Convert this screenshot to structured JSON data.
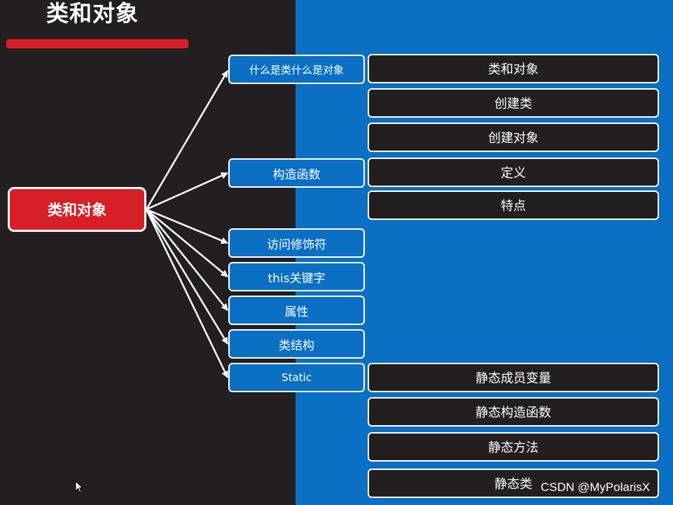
{
  "title": "类和对象",
  "root": {
    "label": "类和对象"
  },
  "branches": [
    {
      "label": "什么是类什么是对象"
    },
    {
      "label": "构造函数"
    },
    {
      "label": "访问修饰符"
    },
    {
      "label": "this关键字"
    },
    {
      "label": "属性"
    },
    {
      "label": "类结构"
    },
    {
      "label": "Static"
    }
  ],
  "leaves": {
    "what_is": [
      "类和对象",
      "创建类",
      "创建对象"
    ],
    "constructor": [
      "定义",
      "特点"
    ],
    "static": [
      "静态成员变量",
      "静态构造函数",
      "静态方法",
      "静态类"
    ]
  },
  "watermark": "CSDN @MyPolarisX",
  "colors": {
    "left_bg": "#231f20",
    "right_bg": "#0b6fc3",
    "accent_red": "#d71f27",
    "border": "#ffffff"
  }
}
